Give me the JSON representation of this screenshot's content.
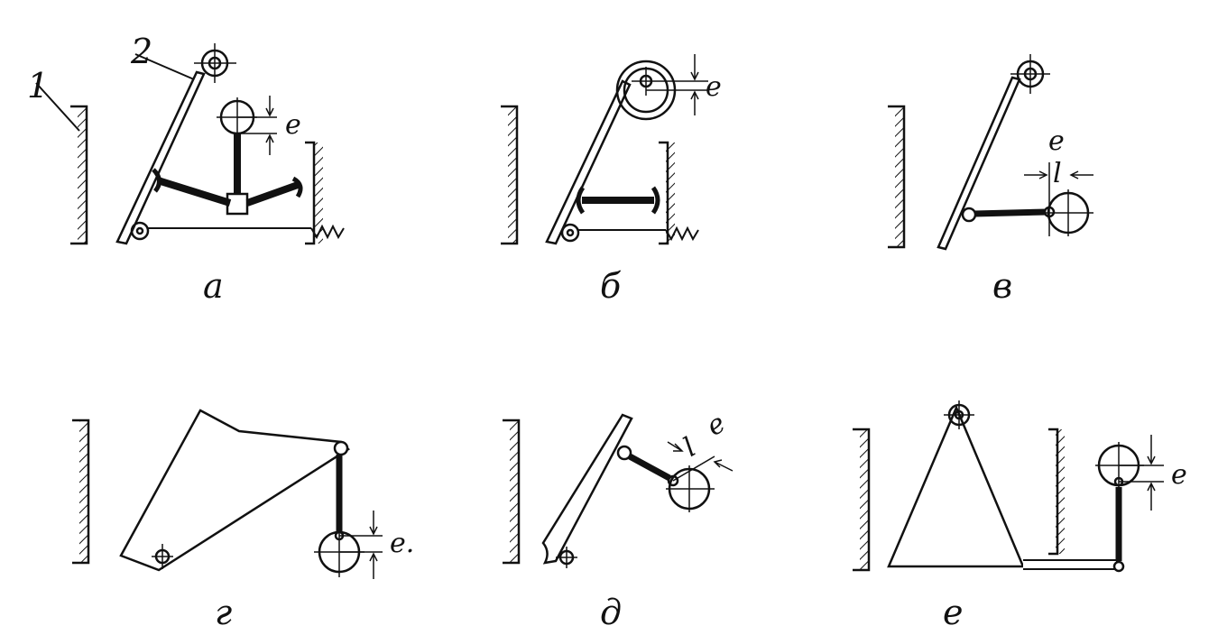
{
  "labels": {
    "wall_number": "1",
    "jaw_number": "2",
    "eccentricity": "e",
    "length": "l",
    "eccentricity_dot": "e."
  },
  "captions": {
    "a": "а",
    "b": "б",
    "v": "в",
    "g": "г",
    "d": "д",
    "e": "е"
  },
  "colors": {
    "ink": "#111111",
    "paper": "#ffffff"
  }
}
